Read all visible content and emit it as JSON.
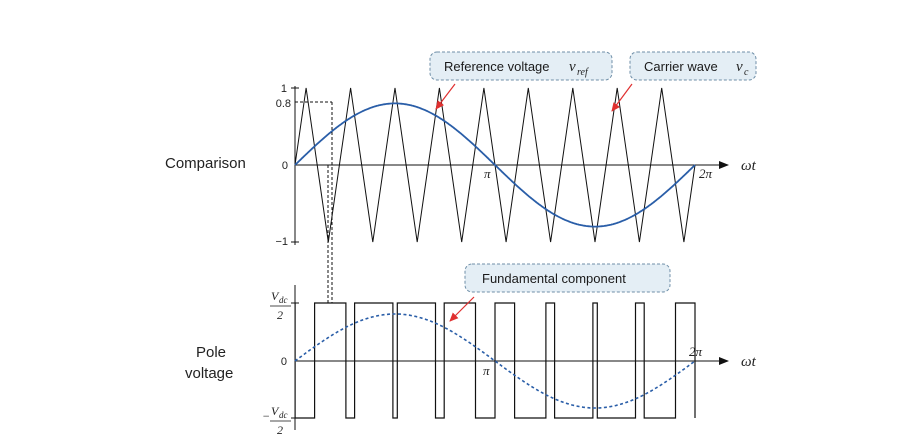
{
  "labels": {
    "comparison": "Comparison",
    "pole_line1": "Pole",
    "pole_line2": "voltage"
  },
  "axes": {
    "x_symbol": "ωt",
    "pi": "π",
    "two_pi": "2π",
    "ticks_top": [
      "1",
      "0.8",
      "0",
      "−1"
    ],
    "zero_bottom": "0",
    "vdc_num": "V",
    "vdc_sub": "dc",
    "vdc_den": "2",
    "minus": "−"
  },
  "callouts": {
    "reference": {
      "text": "Reference voltage",
      "sym": "v",
      "sub": "ref"
    },
    "carrier": {
      "text": "Carrier wave",
      "sym": "v",
      "sub": "c"
    },
    "fundamental": {
      "text": "Fundamental component"
    }
  },
  "colors": {
    "sine": "#2a5ea8",
    "callout_fill": "#e4eef5",
    "callout_stroke": "#6f8fa8",
    "arrow": "#e03030",
    "axis": "#111111"
  },
  "chart_data": {
    "type": "line",
    "reference_amplitude": 0.8,
    "carrier_amplitude": 1,
    "carrier_periods_per_cycle": 9,
    "x_range": [
      0,
      6.2832
    ],
    "y_range": [
      -1,
      1
    ]
  }
}
